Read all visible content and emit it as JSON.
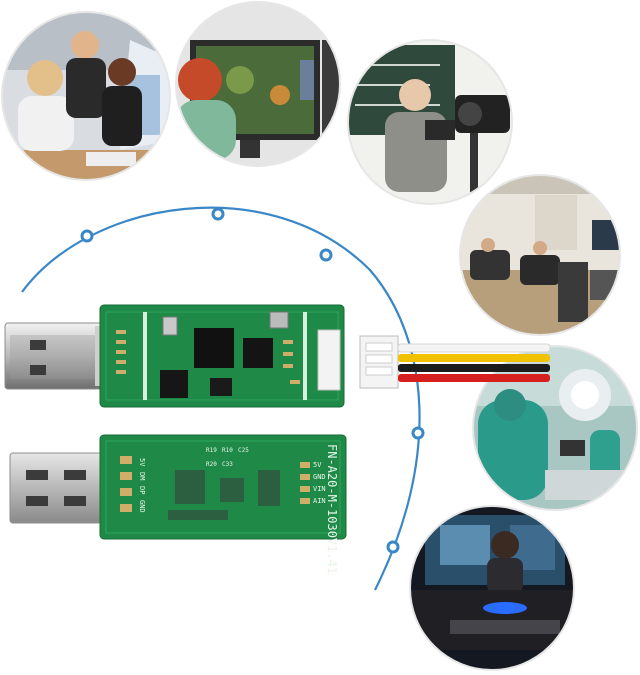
{
  "pcb_back": {
    "model_text": "FN-A20-M-1030V1.41",
    "pin_labels": [
      "5V",
      "GND",
      "VIN",
      "AIN"
    ],
    "left_pin_labels": [
      "5V",
      "DM",
      "DP",
      "GND"
    ],
    "ref_labels": [
      "R19",
      "R10",
      "C25",
      "R20",
      "C33"
    ]
  },
  "colors": {
    "pcb": "#1f8a48",
    "arc": "#3a87c8",
    "wire_red": "#d62020",
    "wire_black": "#1c1c1c",
    "wire_yellow": "#f2c200",
    "wire_white": "#f4f4f4"
  },
  "scenes": [
    {
      "name": "classroom"
    },
    {
      "name": "gaming"
    },
    {
      "name": "lecture-video"
    },
    {
      "name": "home-theater"
    },
    {
      "name": "surgery"
    },
    {
      "name": "streaming"
    }
  ]
}
